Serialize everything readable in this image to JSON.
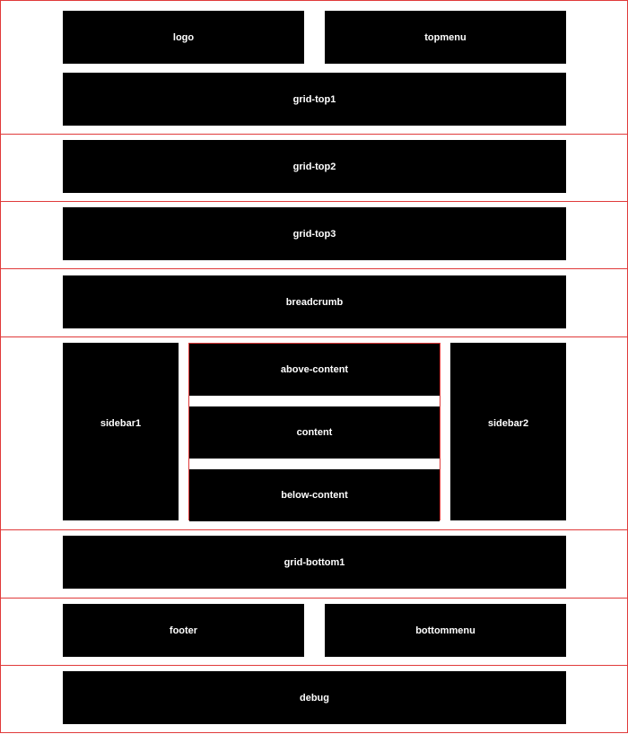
{
  "rows": {
    "header": {
      "logo": "logo",
      "topmenu": "topmenu"
    },
    "grid_top1": "grid-top1",
    "grid_top2": "grid-top2",
    "grid_top3": "grid-top3",
    "breadcrumb": "breadcrumb",
    "main": {
      "sidebar1": "sidebar1",
      "above_content": "above-content",
      "content": "content",
      "below_content": "below-content",
      "sidebar2": "sidebar2"
    },
    "grid_bottom1": "grid-bottom1",
    "footer_row": {
      "footer": "footer",
      "bottommenu": "bottommenu"
    },
    "debug": "debug"
  },
  "colors": {
    "block": "#000000",
    "text": "#ffffff",
    "border": "#e03a3a",
    "background": "#ffffff"
  }
}
